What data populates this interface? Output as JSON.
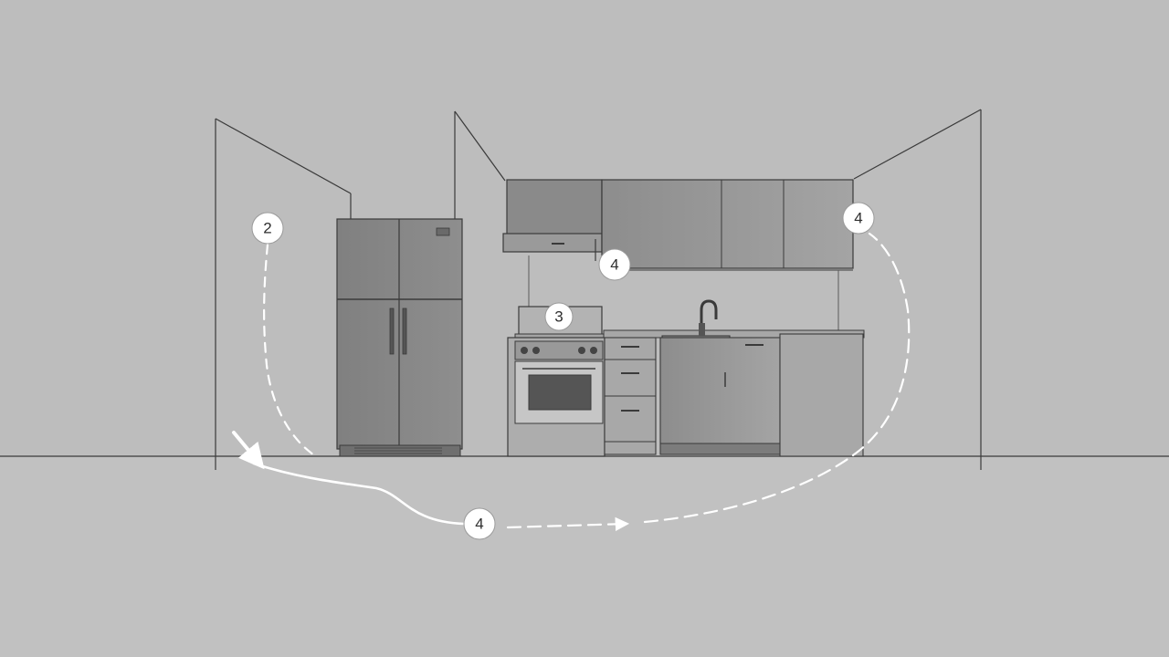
{
  "colors": {
    "background": "#bdbdbd",
    "floor": "#c0c0c0",
    "line": "#3a3a3a",
    "appliance": "#8a8a8a",
    "cabinet": "#9a9a9a",
    "path": "#ffffff",
    "marker_fill": "#ffffff"
  },
  "markers": [
    {
      "id": "fridge-zone",
      "label": "2"
    },
    {
      "id": "stove-zone",
      "label": "3"
    },
    {
      "id": "hood-zone",
      "label": "4"
    },
    {
      "id": "right-zone",
      "label": "4"
    },
    {
      "id": "floor-path",
      "label": "4"
    }
  ]
}
